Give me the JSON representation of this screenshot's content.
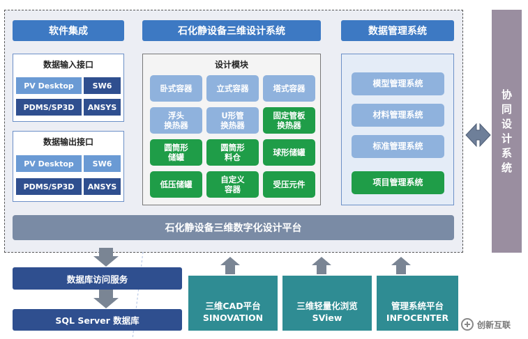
{
  "headers": {
    "software_integration": "软件集成",
    "design_system": "石化静设备三维设计系统",
    "data_management": "数据管理系统"
  },
  "input_interface": {
    "title": "数据输入接口",
    "cells": [
      "PV Desktop",
      "SW6",
      "PDMS/SP3D",
      "ANSYS"
    ]
  },
  "output_interface": {
    "title": "数据输出接口",
    "cells": [
      "PV Desktop",
      "SW6",
      "PDMS/SP3D",
      "ANSYS"
    ]
  },
  "design_modules": {
    "title": "设计模块",
    "rows": [
      [
        {
          "label": "卧式容器",
          "kind": "light"
        },
        {
          "label": "立式容器",
          "kind": "light"
        },
        {
          "label": "塔式容器",
          "kind": "light"
        }
      ],
      [
        {
          "label": "浮头\n换热器",
          "kind": "light"
        },
        {
          "label": "U形管\n换热器",
          "kind": "light"
        },
        {
          "label": "固定管板\n换热器",
          "kind": "green"
        }
      ],
      [
        {
          "label": "圆筒形\n储罐",
          "kind": "green"
        },
        {
          "label": "圆筒形\n料仓",
          "kind": "green"
        },
        {
          "label": "球形储罐",
          "kind": "green"
        }
      ],
      [
        {
          "label": "低压储罐",
          "kind": "green"
        },
        {
          "label": "自定义\n容器",
          "kind": "green"
        },
        {
          "label": "受压元件",
          "kind": "green"
        }
      ]
    ]
  },
  "data_mgmt_items": [
    {
      "label": "模型管理系统",
      "kind": "light"
    },
    {
      "label": "材料管理系统",
      "kind": "light"
    },
    {
      "label": "标准管理系统",
      "kind": "light"
    },
    {
      "label": "项目管理系统",
      "kind": "green"
    }
  ],
  "platform": "石化静设备三维数字化设计平台",
  "collab": [
    "协",
    "同",
    "设",
    "计",
    "系",
    "统"
  ],
  "db_access": "数据库访问服务",
  "sql_db": "SQL Server 数据库",
  "platforms": [
    {
      "line1": "三维CAD平台",
      "line2": "SINOVATION"
    },
    {
      "line1": "三维轻量化浏览",
      "line2": "SView"
    },
    {
      "line1": "管理系统平台",
      "line2": "INFOCENTER"
    }
  ],
  "watermark": "创新互联",
  "colors": {
    "header_blue": "#3d79c3",
    "green": "#1f9d48",
    "light_blue": "#8fb2dd",
    "dark_blue": "#2f4f8f",
    "teal": "#2f8c93",
    "platform_gray": "#7a8ba5",
    "collab_purple": "#9a8ea0"
  }
}
